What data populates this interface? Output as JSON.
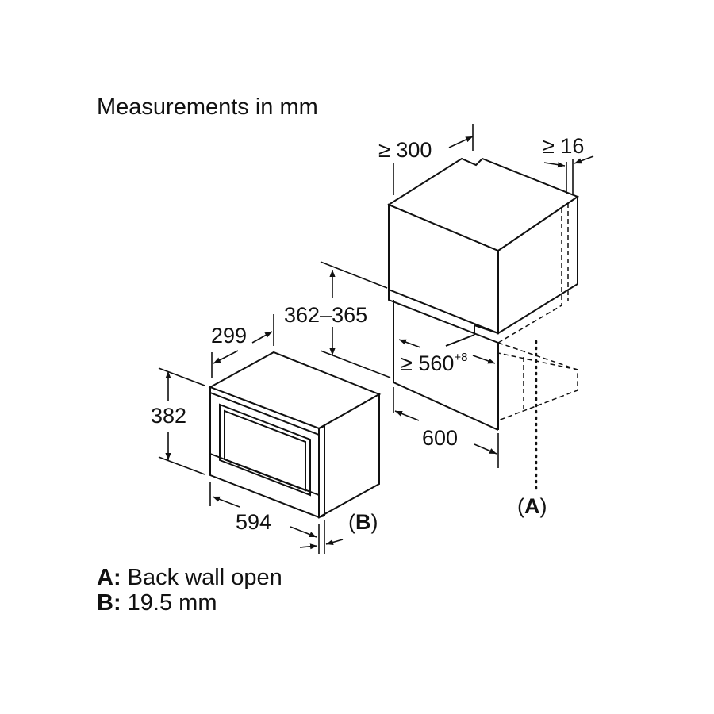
{
  "title": "Measurements in mm",
  "dimensions": {
    "wall_depth_min": "≥ 300",
    "rear_gap_min": "≥ 16",
    "niche_height": "362–365",
    "niche_width_min": "≥ 560",
    "niche_width_tolerance": "+8",
    "niche_depth": "600",
    "appliance_depth": "299",
    "appliance_height": "382",
    "appliance_width": "594"
  },
  "markers": {
    "a": "(A)",
    "b": "(B)"
  },
  "legend": [
    {
      "key": "A:",
      "text": "Back wall open"
    },
    {
      "key": "B:",
      "text": "19.5 mm"
    }
  ]
}
